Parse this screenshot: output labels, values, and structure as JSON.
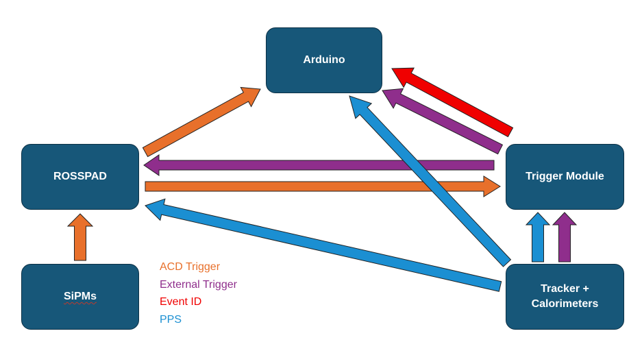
{
  "colors": {
    "acd_trigger": "#e8702b",
    "external_trigger": "#8f2e8c",
    "event_id": "#f00000",
    "pps": "#1b8fd2",
    "node_fill": "#175779"
  },
  "nodes": {
    "arduino": "Arduino",
    "rosspad": "ROSSPAD",
    "trigger_module": "Trigger Module",
    "sipms": "SiPMs",
    "tracker": "Tracker +\nCalorimeters"
  },
  "legend": {
    "acd": "ACD Trigger",
    "external": "External Trigger",
    "event_id": "Event ID",
    "pps": "PPS"
  },
  "arrows": [
    {
      "name": "arrow-acd-sipms-to-rosspad",
      "from": "SiPMs",
      "to": "ROSSPAD",
      "signal": "acd_trigger"
    },
    {
      "name": "arrow-acd-rosspad-to-arduino",
      "from": "ROSSPAD",
      "to": "Arduino",
      "signal": "acd_trigger"
    },
    {
      "name": "arrow-acd-rosspad-to-trigger",
      "from": "ROSSPAD",
      "to": "Trigger Module",
      "signal": "acd_trigger"
    },
    {
      "name": "arrow-ext-trigger-to-rosspad",
      "from": "Trigger Module",
      "to": "ROSSPAD",
      "signal": "external_trigger"
    },
    {
      "name": "arrow-ext-trigger-to-arduino",
      "from": "Trigger Module",
      "to": "Arduino",
      "signal": "external_trigger"
    },
    {
      "name": "arrow-eventid-trigger-to-arduino",
      "from": "Trigger Module",
      "to": "Arduino",
      "signal": "event_id"
    },
    {
      "name": "arrow-pps-tracker-to-arduino",
      "from": "Tracker",
      "to": "Arduino",
      "signal": "pps"
    },
    {
      "name": "arrow-pps-tracker-to-rosspad",
      "from": "Tracker",
      "to": "ROSSPAD",
      "signal": "pps"
    },
    {
      "name": "arrow-pps-tracker-to-trigger",
      "from": "Tracker",
      "to": "Trigger Module",
      "signal": "pps"
    },
    {
      "name": "arrow-ext-tracker-to-trigger",
      "from": "Tracker",
      "to": "Trigger Module",
      "signal": "external_trigger"
    }
  ]
}
